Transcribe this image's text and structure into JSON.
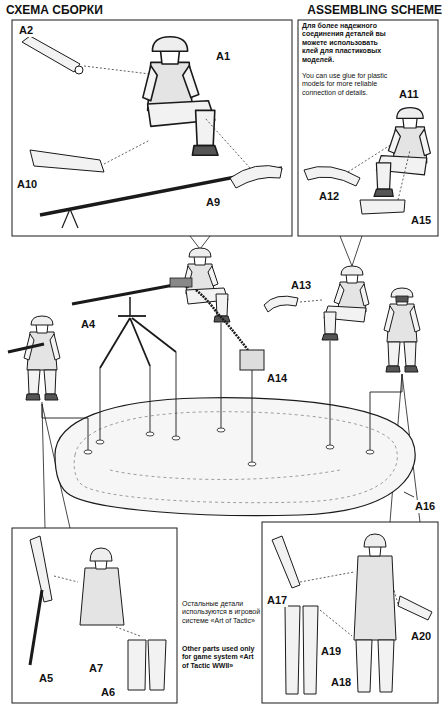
{
  "diagram": {
    "title": "СХЕМА СБОРКИ",
    "labels": [
      "ASSEMBLING SCHEME",
      "A2",
      "A1",
      "Для более надежного соединения деталей вы можете использовать клей для пластиковых моделей.",
      "You can use glue for plastic models for more reliable connection of details.",
      "A11",
      "A10",
      "A9",
      "A12",
      "A15",
      "A13",
      "A4",
      "A14",
      "A16",
      "A17",
      "A20",
      "A19",
      "A18",
      "A5",
      "A7",
      "Остальные детали используются в игровой системе «Art of Tactic»",
      "Other parts used only for game system «Art of Tactic WWII»",
      "A6"
    ]
  }
}
